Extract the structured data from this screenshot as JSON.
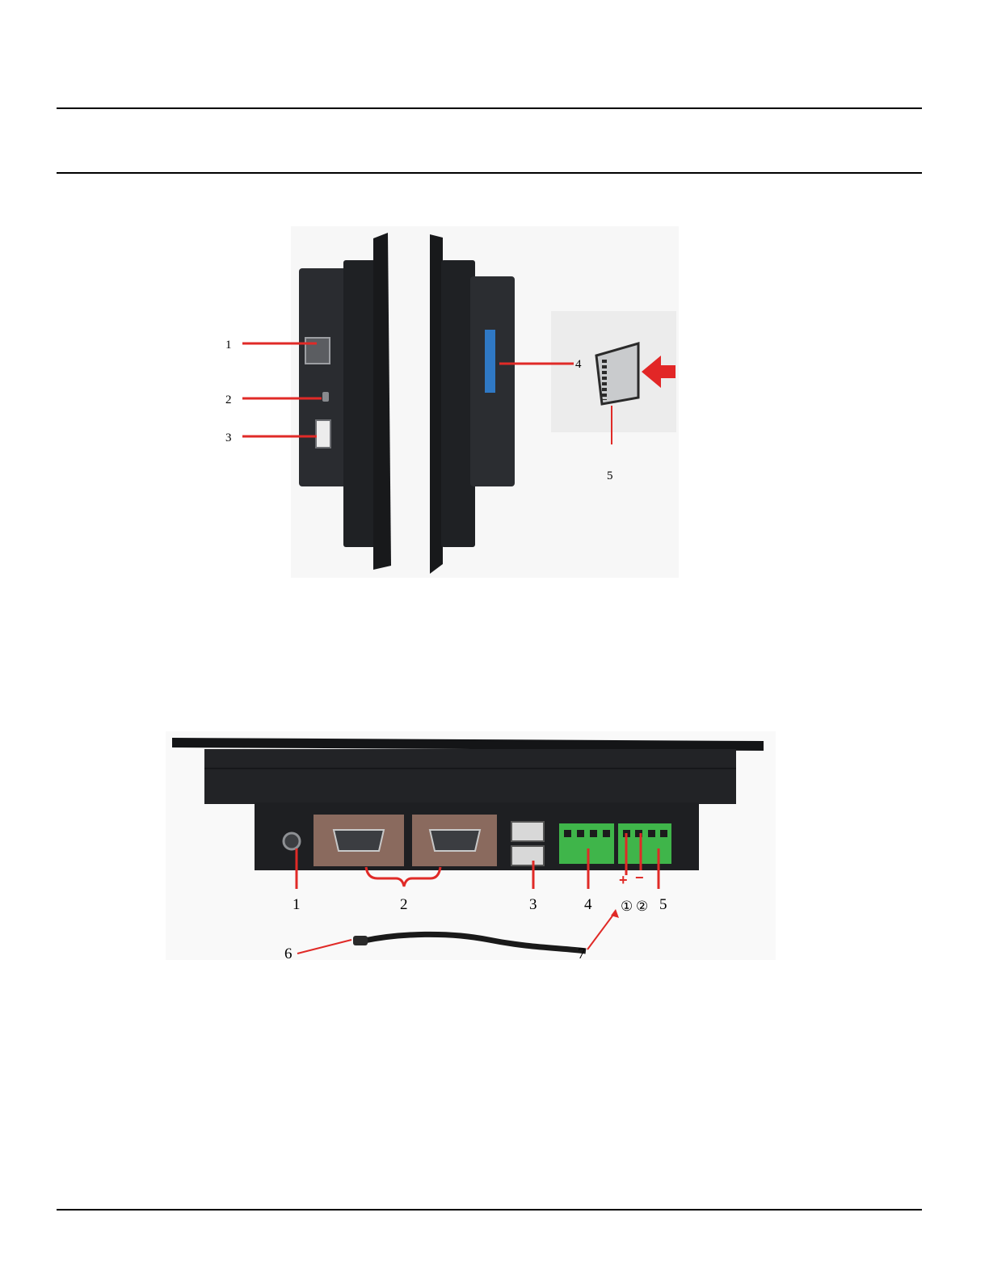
{
  "page": {
    "background": "#ffffff",
    "rule_color": "#000000"
  },
  "figure_side": {
    "callouts": {
      "c1": "1",
      "c2": "2",
      "c3": "3",
      "c4": "4",
      "c5": "5"
    },
    "colors": {
      "panel": "#26282b",
      "panel_edge": "#111214",
      "callout_line": "#e02a27",
      "sd_slot": "#2f78c4",
      "card_arrow": "#e22626"
    }
  },
  "figure_bottom": {
    "callouts": {
      "c1": "1",
      "c2": "2",
      "c3": "3",
      "c4": "4",
      "c5": "5",
      "c6": "6",
      "c7": "7"
    },
    "polarity": {
      "plus": "+",
      "minus": "−",
      "pin1": "①",
      "pin2": "②"
    },
    "colors": {
      "panel": "#1e1f22",
      "db9_plate": "#8a6a5e",
      "terminal_block": "#3fb54a",
      "usb_metal": "#d8d8d8",
      "callout_line": "#e02a27"
    }
  }
}
